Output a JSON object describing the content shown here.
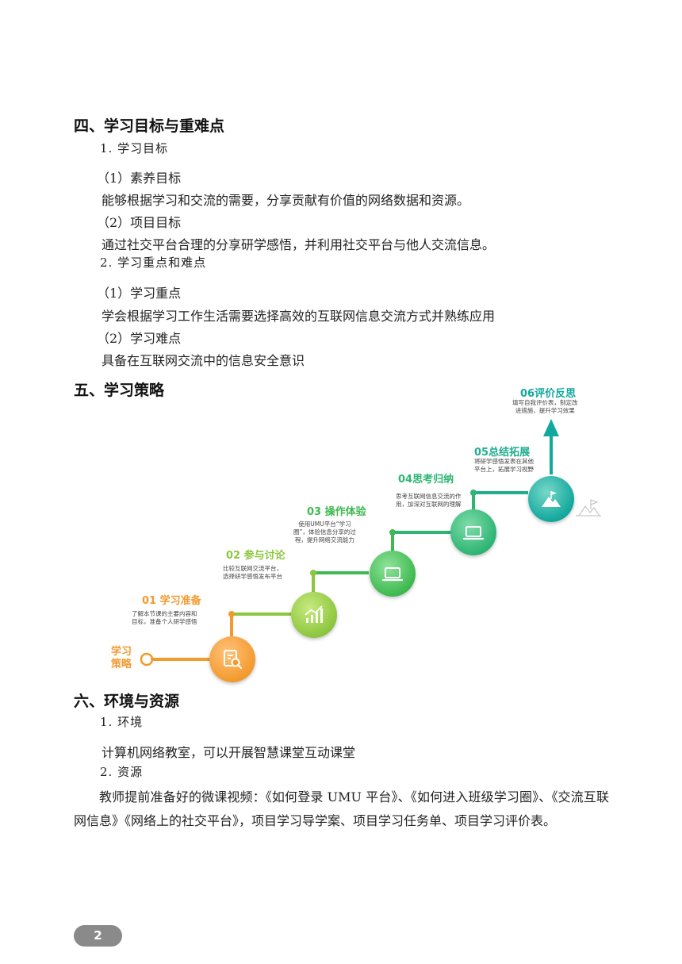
{
  "section4": {
    "title": "四、学习目标与重难点",
    "sub1": "1.  学习目标",
    "item1_label": "（1）素养目标",
    "item1_text": "能够根据学习和交流的需要，分享贡献有价值的网络数据和资源。",
    "item2_label": "（2）项目目标",
    "item2_text": "通过社交平台合理的分享研学感悟，并利用社交平台与他人交流信息。",
    "sub2": "2.  学习重点和难点",
    "item3_label": "（1）学习重点",
    "item3_text": "学会根据学习工作生活需要选择高效的互联网信息交流方式并熟练应用",
    "item4_label": "（2）学习难点",
    "item4_text": "具备在互联网交流中的信息安全意识"
  },
  "section5": {
    "title": "五、学习策略",
    "diagram": {
      "start_label_1": "学习",
      "start_label_2": "策略",
      "steps": [
        {
          "title": "01 学习准备",
          "desc1": "了解本节课的主要内容和",
          "desc2": "目标，准备个人研学感悟",
          "desc3": "",
          "color": "#f39a2e",
          "icon": "search-document-icon"
        },
        {
          "title": "02 参与讨论",
          "desc1": "比较互联网交流平台，",
          "desc2": "选择研学感悟发布平台",
          "desc3": "",
          "color": "#8dc63f",
          "icon": "growth-chart-icon"
        },
        {
          "title": "03 操作体验",
          "desc1": "使用UMU平台“学习",
          "desc2": "圈”，体验信息分享的过",
          "desc3": "程，提升网络交流能力",
          "color": "#3fb950",
          "icon": "laptop-icon"
        },
        {
          "title": "04思考归纳",
          "desc1": "思考互联网信息交流的作",
          "desc2": "用，加深对互联网的理解",
          "desc3": "",
          "color": "#2eb573",
          "icon": "laptop-icon"
        },
        {
          "title": "05总结拓展",
          "desc1": "将研学感悟发表在其他",
          "desc2": "平台上，拓展学习视野",
          "desc3": "",
          "color": "#1fae8f",
          "icon": "mountain-flag-icon"
        },
        {
          "title": "06评价反思",
          "desc1": "填写自我评价表，制定改",
          "desc2": "进措施，提升学习效果",
          "desc3": "",
          "color": "#13a89e",
          "icon": "arrow-up-icon"
        }
      ]
    }
  },
  "section6": {
    "title": "六、环境与资源",
    "sub1": "1.  环境",
    "text1": "计算机网络教室，可以开展智慧课堂互动课堂",
    "sub2": "2.  资源",
    "text2": "教师提前准备好的微课视频：《如何登录 UMU 平台》、《如何进入班级学习圈》、《交流互联网信息》《网络上的社交平台》，项目学习导学案、项目学习任务单、项目学习评价表。"
  },
  "footer": {
    "page_number": "2"
  }
}
